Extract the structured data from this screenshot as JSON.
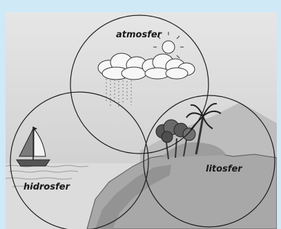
{
  "diagram": {
    "labels": {
      "atmosphere": "atmosfer",
      "hydrosphere": "hidrosfer",
      "lithosphere": "litosfer"
    },
    "colors": {
      "frame": "#cfe9f7",
      "sky_top": "#e4e4e4",
      "sky_bottom": "#cfcfcf",
      "land": "#a9a9a9",
      "land_dark": "#8c8c8c",
      "water": "#d9d9d9",
      "outline": "#1a1a1a"
    }
  }
}
